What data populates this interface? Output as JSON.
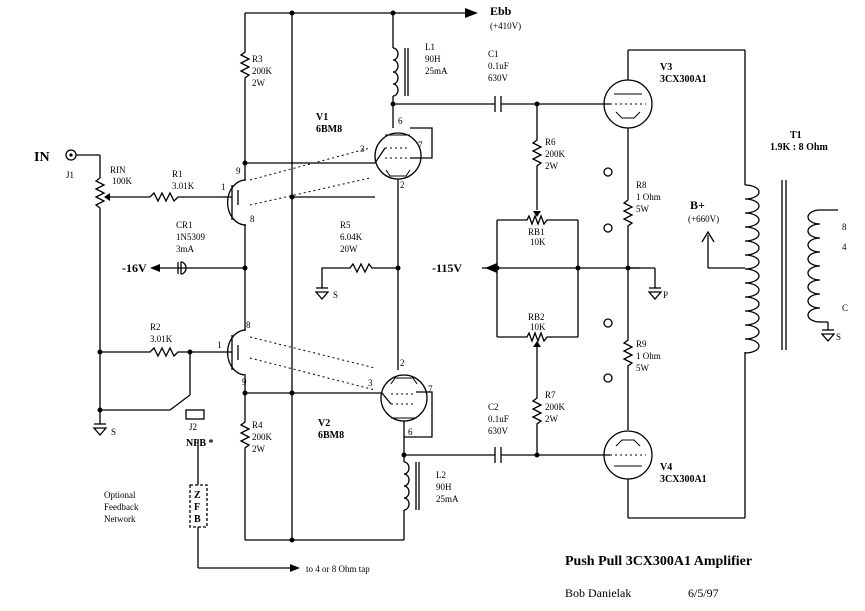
{
  "rails": {
    "ebb": "Ebb",
    "ebb_volts": "(+410V)",
    "bplus": "B+",
    "bplus_volts": "(+660V)",
    "neg16": "-16V",
    "neg115": "-115V"
  },
  "input": {
    "in": "IN",
    "j1": "J1",
    "rin": "RIN",
    "rin_val": "100K"
  },
  "parts": {
    "r1": "R1",
    "r1v": "3.01K",
    "r2": "R2",
    "r2v": "3.01K",
    "r3": "R3",
    "r3v1": "200K",
    "r3v2": "2W",
    "r4": "R4",
    "r4v1": "200K",
    "r4v2": "2W",
    "r5": "R5",
    "r5v1": "6.04K",
    "r5v2": "20W",
    "r6": "R6",
    "r6v1": "200K",
    "r6v2": "2W",
    "r7": "R7",
    "r7v1": "200K",
    "r7v2": "2W",
    "r8": "R8",
    "r8v1": "1 Ohm",
    "r8v2": "5W",
    "r9": "R9",
    "r9v1": "1 Ohm",
    "r9v2": "5W",
    "rb1": "RB1",
    "rb1v": "10K",
    "rb2": "RB2",
    "rb2v": "10K",
    "cr1": "CR1",
    "cr1v1": "1N5309",
    "cr1v2": "3mA",
    "l1": "L1",
    "l1v1": "90H",
    "l1v2": "25mA",
    "l2": "L2",
    "l2v1": "90H",
    "l2v2": "25mA",
    "c1": "C1",
    "c1v1": "0.1uF",
    "c1v2": "630V",
    "c2": "C2",
    "c2v1": "0.1uF",
    "c2v2": "630V",
    "v1": "V1",
    "v1t": "6BM8",
    "v2": "V2",
    "v2t": "6BM8",
    "v3": "V3",
    "v3t": "3CX300A1",
    "v4": "V4",
    "v4t": "3CX300A1",
    "t1": "T1",
    "t1v": "1.9K : 8 Ohm",
    "j2": "J2",
    "nfb": "NFB *"
  },
  "pins": {
    "p9a": "9",
    "p1a": "1",
    "p8a": "8",
    "p8b": "8",
    "p1b": "1",
    "p9b": "9",
    "p6a": "6",
    "p3a": "3",
    "p7a": "7",
    "p2a": "2",
    "p2b": "2",
    "p3b": "3",
    "p7b": "7",
    "p6b": "6"
  },
  "outputs": {
    "tap8": "8",
    "tap4": "4",
    "tapc": "C"
  },
  "grounds": {
    "s1": "S",
    "s2": "S",
    "s3": "S",
    "p": "P"
  },
  "feedback": {
    "line1": "Optional",
    "line2": "Feedback",
    "line3": "Network",
    "z": "Z",
    "f": "F",
    "b": "B",
    "tap_note": "to 4 or 8 Ohm tap"
  },
  "footer": {
    "title": "Push Pull 3CX300A1 Amplifier",
    "author": "Bob Danielak",
    "date": "6/5/97"
  }
}
